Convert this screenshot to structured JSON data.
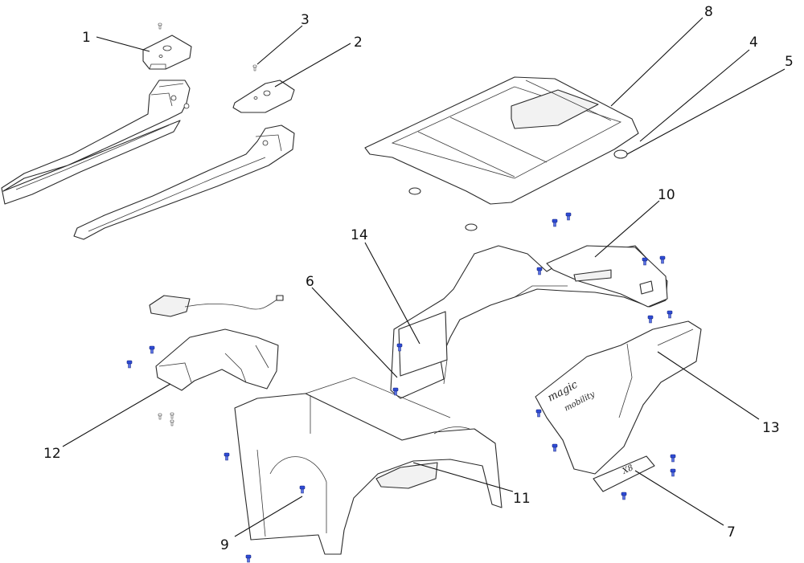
{
  "diagram": {
    "callouts": [
      "1",
      "2",
      "3",
      "4",
      "5",
      "6",
      "7",
      "8",
      "9",
      "10",
      "11",
      "12",
      "13",
      "14"
    ],
    "brand_text": {
      "cover_logo_line1": "magic",
      "cover_logo_line2": "mobility",
      "plate_logo": "X8"
    },
    "colors": {
      "line": "#2a2a2a",
      "fastener": "#2e4bd6",
      "background": "#ffffff"
    }
  }
}
